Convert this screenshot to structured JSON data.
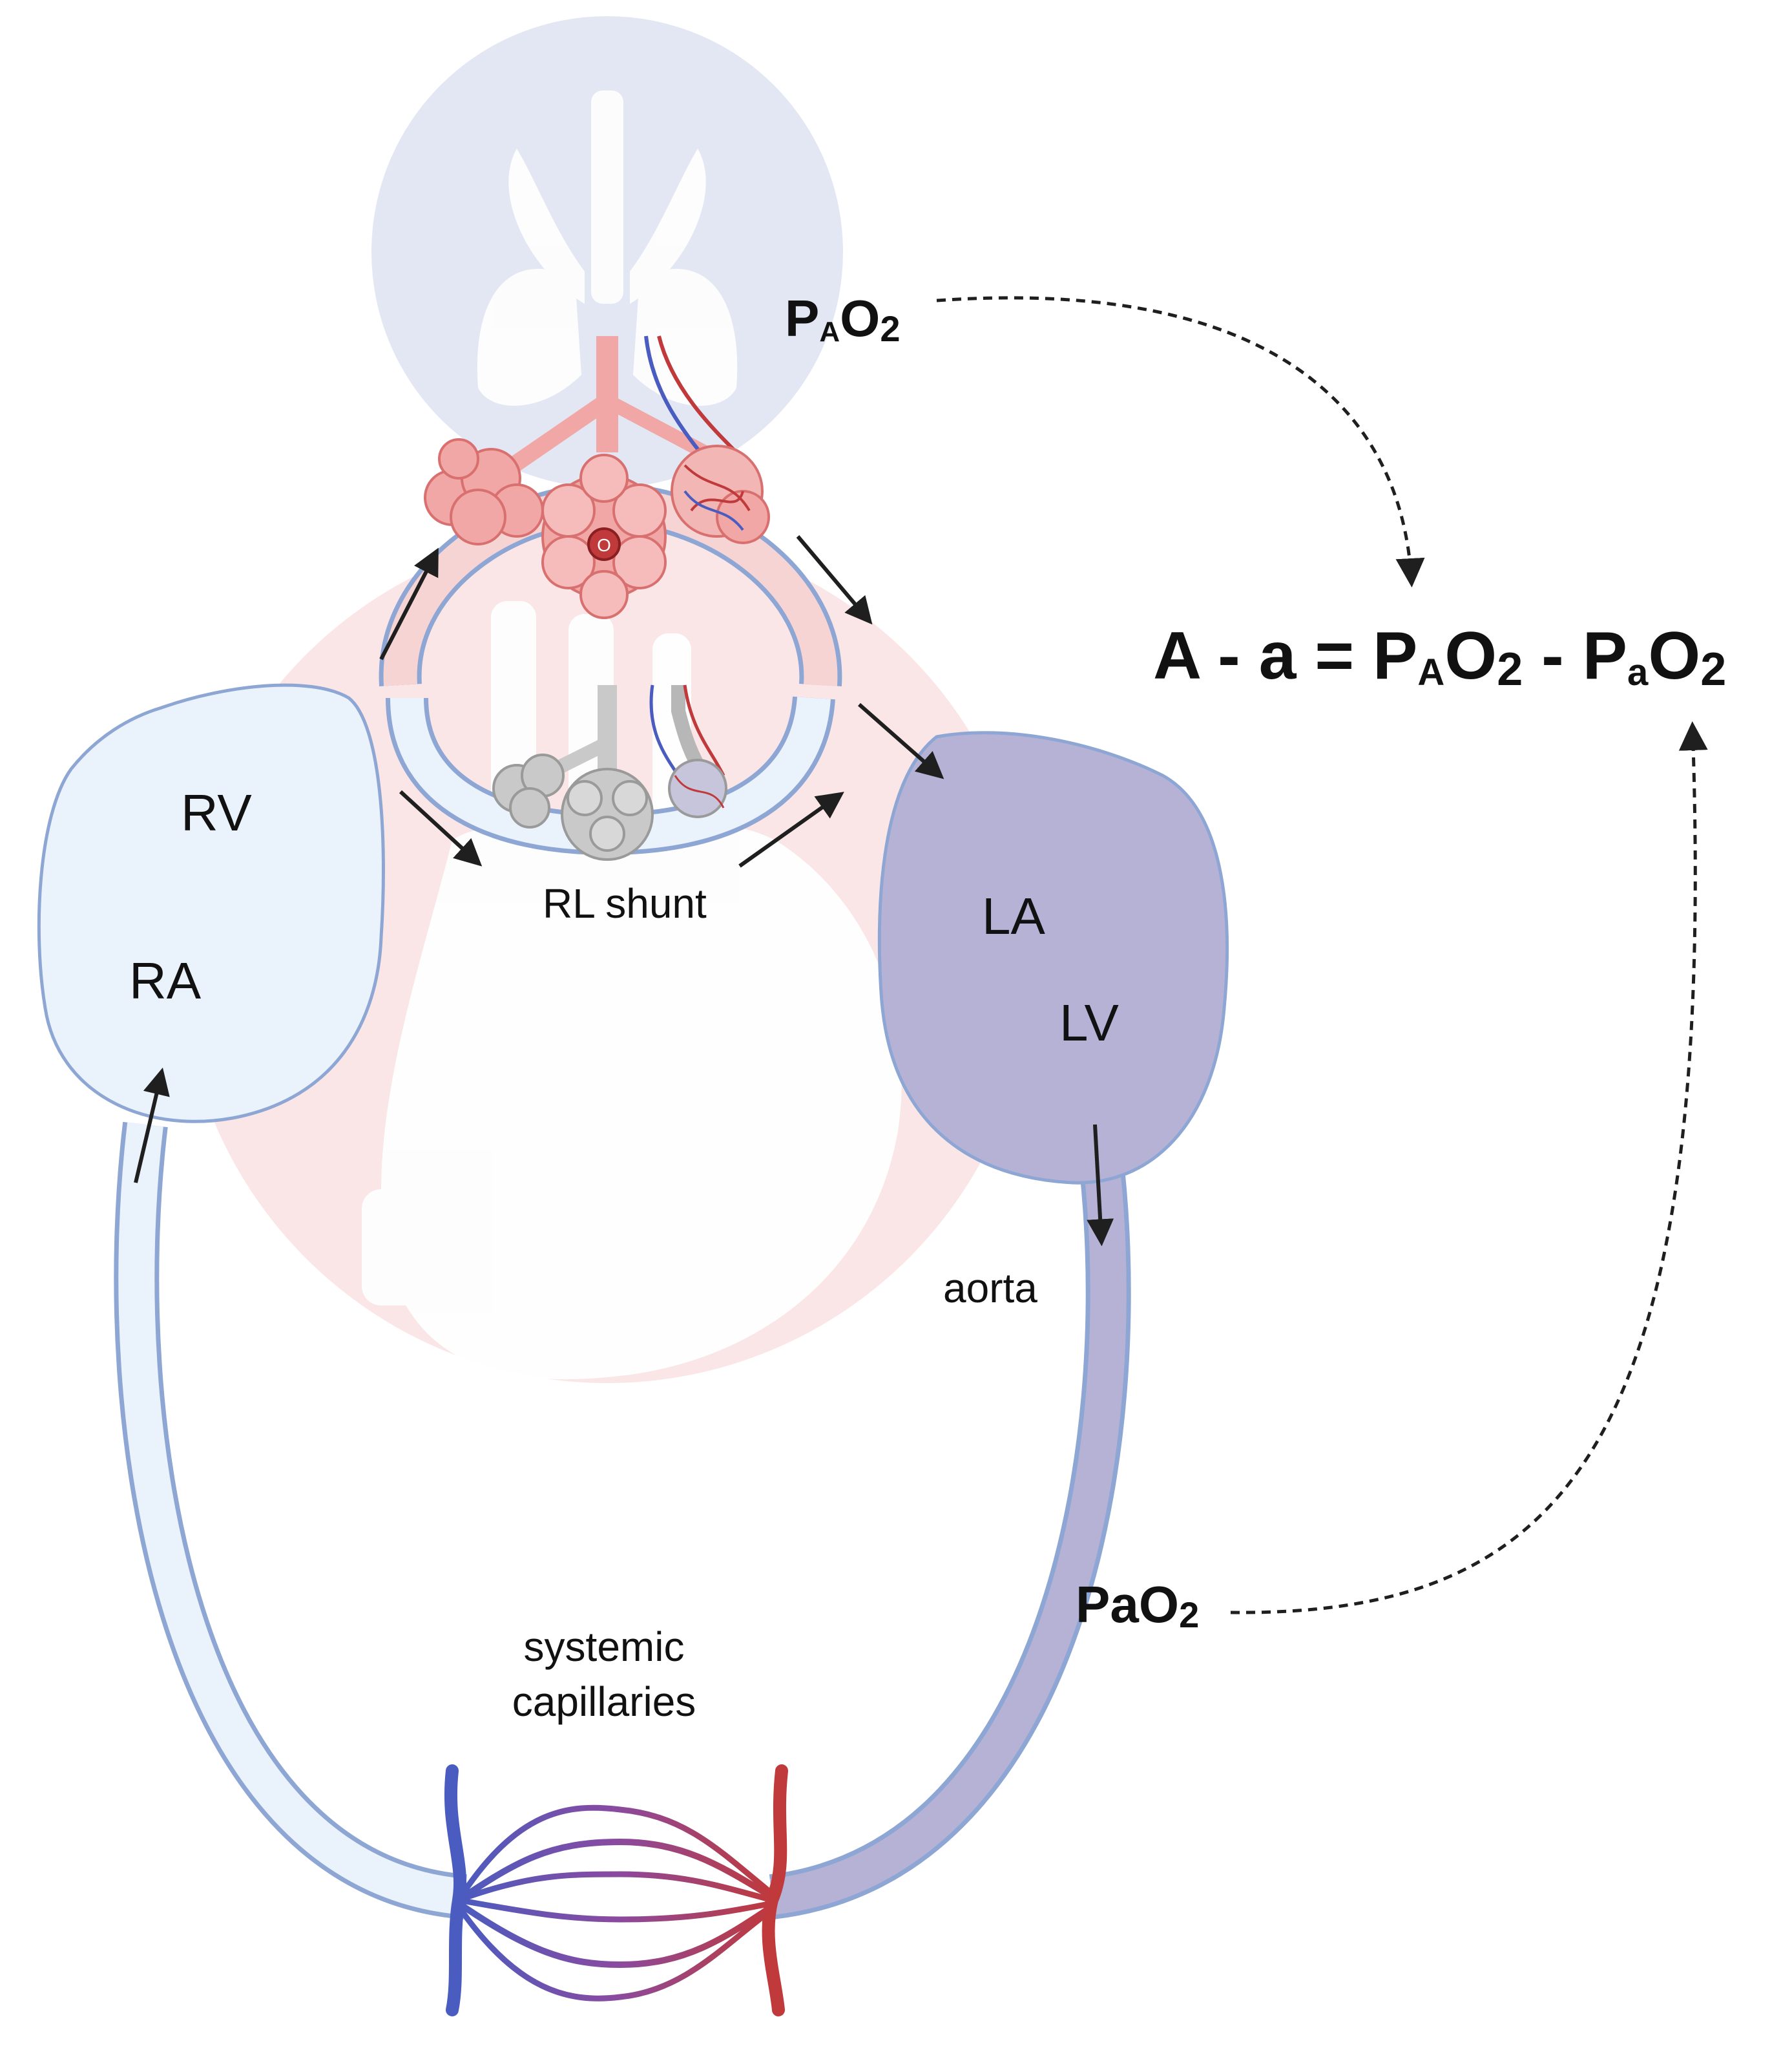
{
  "labels": {
    "rv": "RV",
    "ra": "RA",
    "la": "LA",
    "lv": "LV",
    "rl_shunt": "RL shunt",
    "aorta": "aorta",
    "systemic_capillaries_line1": "systemic",
    "systemic_capillaries_line2": "capillaries",
    "alveolus_marker": "O"
  },
  "alveolar_po2": {
    "p": "P",
    "sub": "A",
    "o": "O",
    "sub2": "2"
  },
  "arterial_po2": {
    "main": "PaO",
    "sub2": "2"
  },
  "formula": {
    "lhs": "A - a = ",
    "t1_p": "P",
    "t1_sub": "A",
    "t1_o": "O",
    "t1_2": "2",
    "minus": " - ",
    "t2_p": "P",
    "t2_sub": "a",
    "t2_o": "O",
    "t2_2": "2"
  },
  "colors": {
    "venous_chamber": "#eaf2fb",
    "arterial_chamber": "#b6b2d6",
    "outline": "#8ea6d4",
    "lung_bg": "#e3e7f3",
    "heart_bg": "#fae6e6",
    "alveoli_oxygenated": "#f0a7a5",
    "alveoli_shunt": "#c9c9c9",
    "vein": "#4a5cc0",
    "artery": "#c0393b",
    "arrow": "#1f1f1f"
  }
}
